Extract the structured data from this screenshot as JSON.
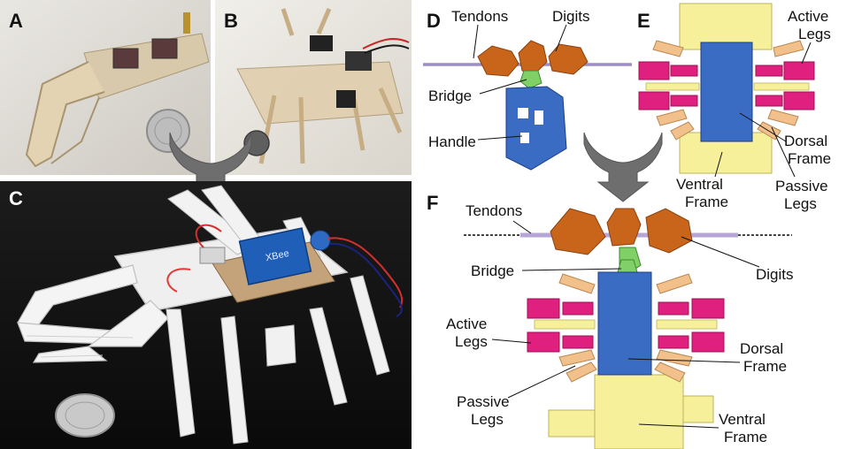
{
  "panels": {
    "A": "A",
    "B": "B",
    "C": "C",
    "D": "D",
    "E": "E",
    "F": "F"
  },
  "photo_c": {
    "module_label": "XBee"
  },
  "diagram_d": {
    "tendons": "Tendons",
    "digits": "Digits",
    "bridge": "Bridge",
    "handle": "Handle"
  },
  "diagram_e": {
    "active_legs_1": "Active",
    "active_legs_2": "Legs",
    "dorsal_1": "Dorsal",
    "dorsal_2": "Frame",
    "ventral_1": "Ventral",
    "ventral_2": "Frame",
    "passive_1": "Passive",
    "passive_2": "Legs"
  },
  "diagram_f": {
    "tendons": "Tendons",
    "digits": "Digits",
    "bridge": "Bridge",
    "active_legs_1": "Active",
    "active_legs_2": "Legs",
    "dorsal_1": "Dorsal",
    "dorsal_2": "Frame",
    "passive_1": "Passive",
    "passive_2": "Legs",
    "ventral_1": "Ventral",
    "ventral_2": "Frame"
  },
  "colors": {
    "digits": "#c8651b",
    "bridge": "#7fd067",
    "handle": "#3b6cc4",
    "active_legs": "#e0207f",
    "passive_legs": "#f2c08a",
    "ventral": "#f6f09a",
    "tendon": "#b5a6d6",
    "arrow": "#6e6e6e"
  }
}
